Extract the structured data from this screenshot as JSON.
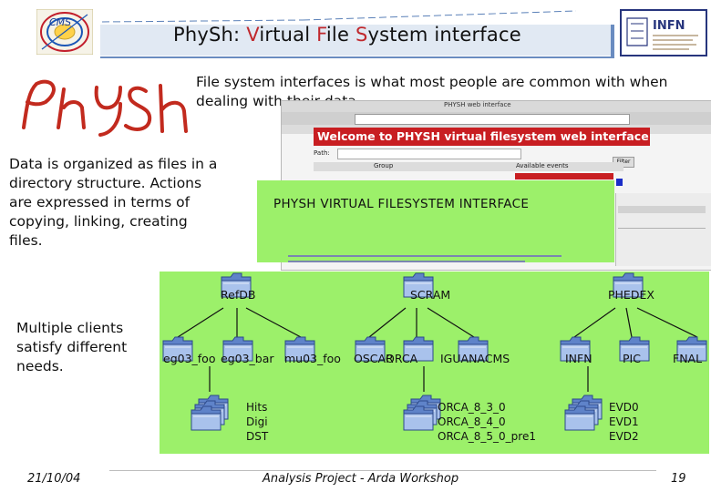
{
  "header": {
    "title_part1": "Phy",
    "title_part2": "Sh: ",
    "title_part3": "V",
    "title_part4": "irtual ",
    "title_part5": "F",
    "title_part6": "ile ",
    "title_part7": "S",
    "title_part8": "ystem interface",
    "logo_left": "CMS",
    "logo_right": "INFN"
  },
  "body": {
    "intro": "File system interfaces is what most people are common with when dealing with their data.",
    "organized": "Data is organized as files in a directory structure. Actions are expressed in terms of copying, linking, creating files.",
    "clients": "Multiple clients satisfy different needs."
  },
  "browser": {
    "window_title": "PHYSH web interface",
    "banner": "Welcome to PHYSH virtual filesystem web interface",
    "path_label": "Path:",
    "filter_label": "Filter",
    "col_group": "Group",
    "col_events": "Available events"
  },
  "diagram": {
    "title": "PHYSH VIRTUAL FILESYSTEM INTERFACE",
    "roots": [
      "RefDB",
      "SCRAM",
      "PHEDEX"
    ],
    "refdb_children": [
      "eg03_foo",
      "eg03_bar",
      "mu03_foo"
    ],
    "scram_children": [
      "OSCAR",
      "ORCA",
      "IGUANACMS"
    ],
    "phedex_children": [
      "INFN",
      "PIC",
      "FNAL"
    ],
    "leaf_group_a": [
      "Hits",
      "Digi",
      "DST"
    ],
    "leaf_group_b": [
      "ORCA_8_3_0",
      "ORCA_8_4_0",
      "ORCA_8_5_0_pre1"
    ],
    "leaf_group_c": [
      "EVD0",
      "EVD1",
      "EVD2"
    ]
  },
  "footer": {
    "date": "21/10/04",
    "center": "Analysis Project - Arda Workshop",
    "page": "19"
  },
  "colors": {
    "green_box": "#9cf06a",
    "banner_red": "#c81e22",
    "title_accent": "#c0282d",
    "folder_blue": "#5f83c9"
  }
}
